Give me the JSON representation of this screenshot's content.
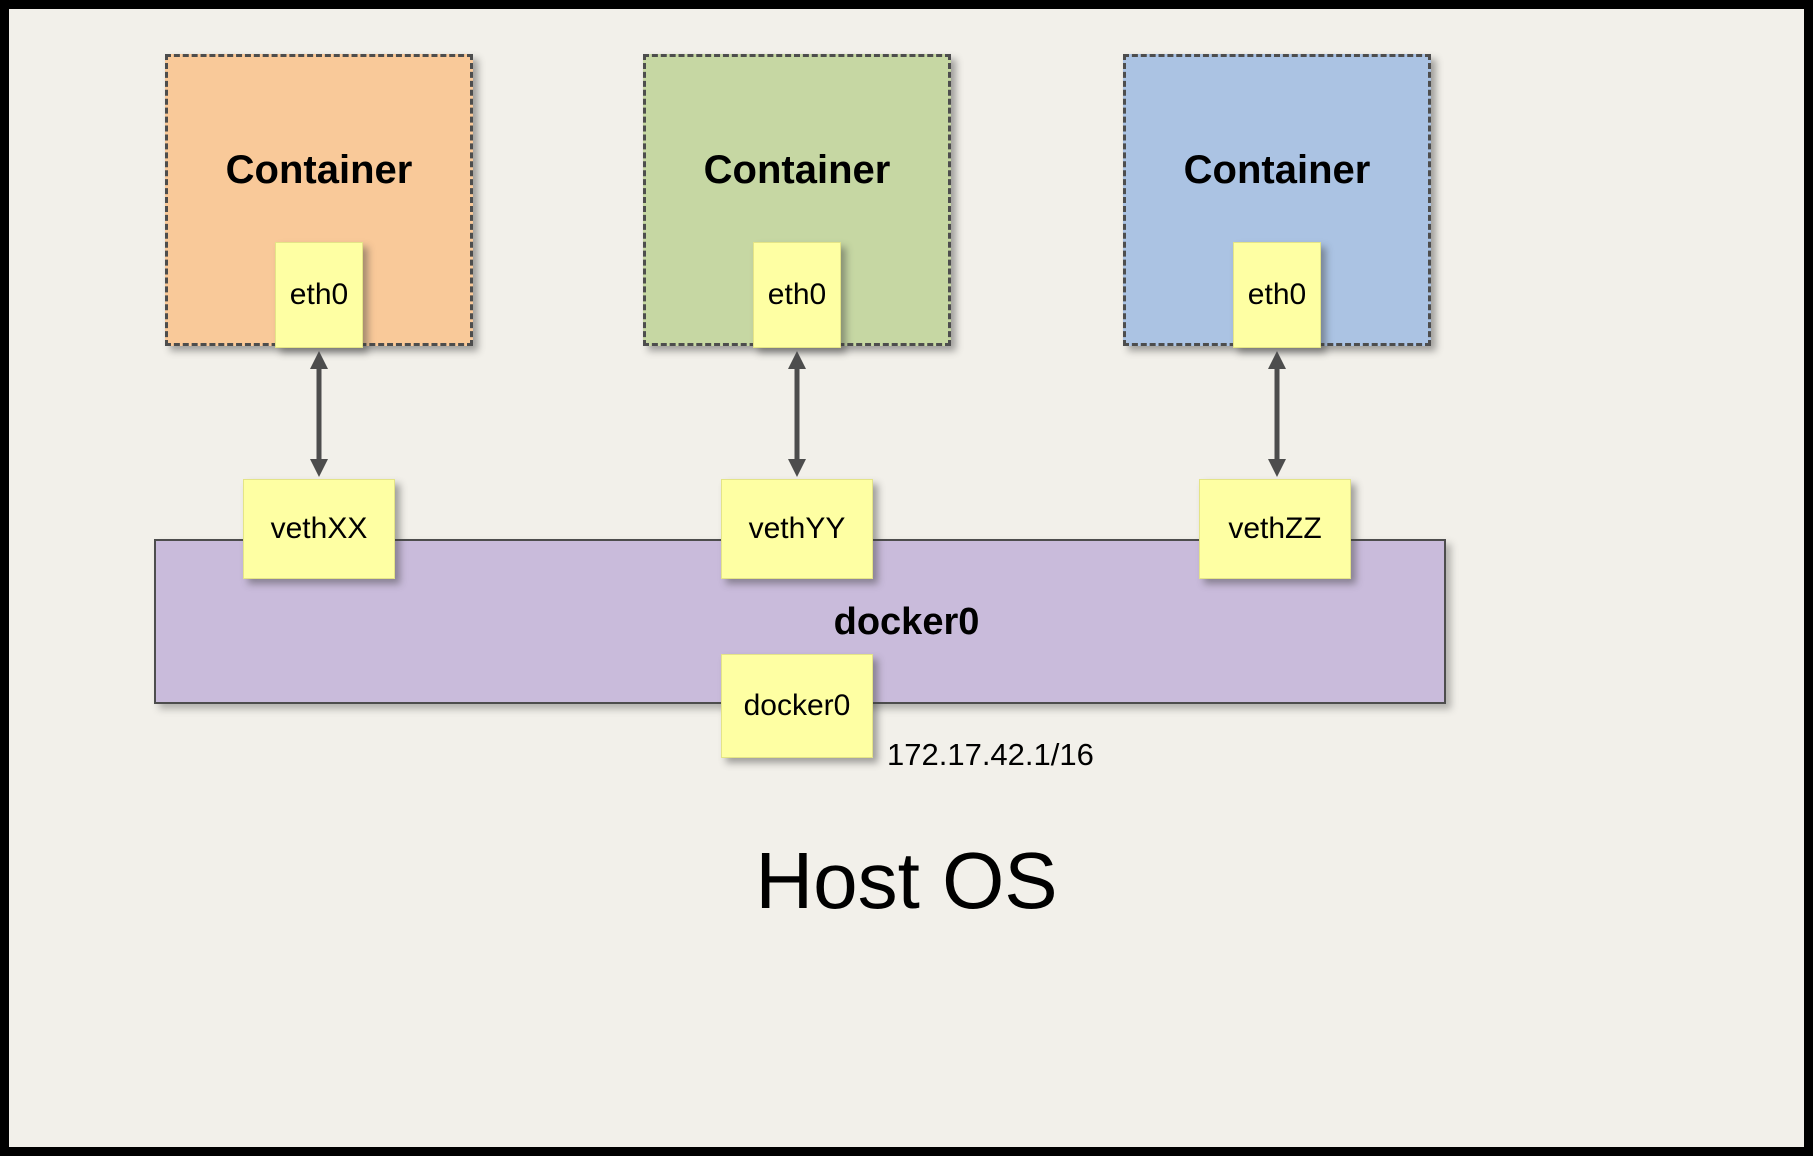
{
  "diagram": {
    "host_label": "Host OS",
    "bridge": {
      "title": "docker0",
      "interface_label": "docker0",
      "ip": "172.17.42.1/16",
      "color": "#c9bbdb"
    },
    "containers": [
      {
        "label": "Container",
        "interface": "eth0",
        "veth": "vethXX",
        "color": "#f9c999"
      },
      {
        "label": "Container",
        "interface": "eth0",
        "veth": "vethYY",
        "color": "#c6d7a3"
      },
      {
        "label": "Container",
        "interface": "eth0",
        "veth": "vethZZ",
        "color": "#abc3e3"
      }
    ],
    "colors": {
      "background": "#f2f0ea",
      "note_yellow": "#feffa3",
      "line": "#4d4d4d"
    }
  }
}
